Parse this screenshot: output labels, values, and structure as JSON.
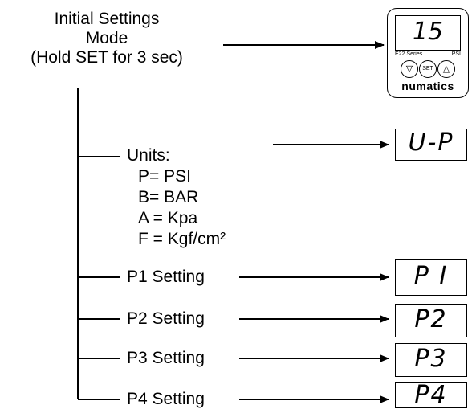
{
  "title": {
    "line1": "Initial Settings",
    "line2": "Mode",
    "line3": "(Hold SET for 3 sec)"
  },
  "gauge": {
    "display": "15",
    "series_label": "E22 Series",
    "unit_label": "PSI",
    "down_button": "▽",
    "set_button": "SET",
    "up_button": "△",
    "brand": "numatics"
  },
  "units": {
    "heading": "Units:",
    "options": [
      "P= PSI",
      "B= BAR",
      "A = Kpa",
      "F = Kgf/cm²"
    ],
    "display": "U-P"
  },
  "settings": [
    {
      "label": "P1 Setting",
      "display": "P I"
    },
    {
      "label": "P2 Setting",
      "display": "P2"
    },
    {
      "label": "P3 Setting",
      "display": "P3"
    },
    {
      "label": "P4 Setting",
      "display": "P4"
    }
  ]
}
